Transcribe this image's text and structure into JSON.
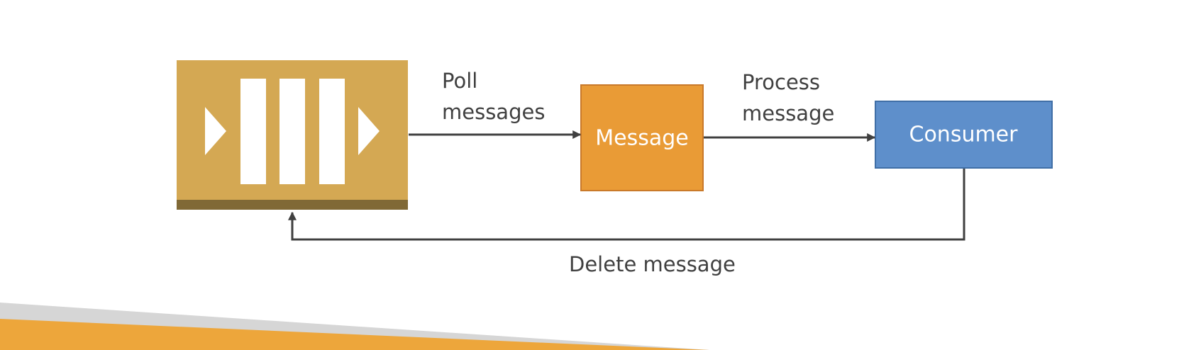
{
  "diagram": {
    "nodes": {
      "queue": {
        "icon": "sqs-queue-icon"
      },
      "message": {
        "label": "Message"
      },
      "consumer": {
        "label": "Consumer"
      }
    },
    "edges": {
      "poll": {
        "label_lines": [
          "Poll",
          "messages"
        ]
      },
      "process": {
        "label_lines": [
          "Process",
          "message"
        ]
      },
      "delete": {
        "label": "Delete message"
      }
    }
  },
  "colors": {
    "queue_fill": "#D4A853",
    "queue_base": "#806936",
    "message_fill": "#E99B36",
    "message_border": "#C9792A",
    "consumer_fill": "#5E8FCB",
    "consumer_border": "#3F6EA6",
    "arrow": "#404040",
    "footer_gray": "#D6D6D6",
    "footer_orange": "#EDA63B"
  }
}
